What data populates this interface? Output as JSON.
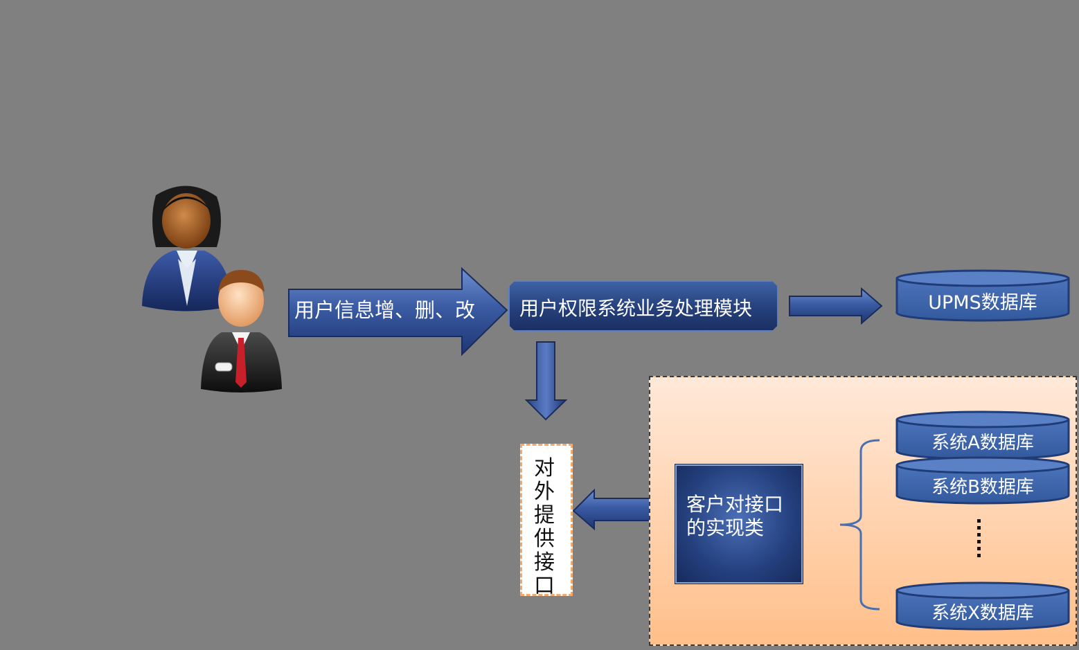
{
  "diagram": {
    "actions": {
      "user_edit": "用户信息增、删、改"
    },
    "module": {
      "label": "用户权限系统业务处理模块"
    },
    "databases": {
      "upms": "UPMS数据库",
      "system_a": "系统A数据库",
      "system_b": "系统B数据库",
      "system_x": "系统X数据库"
    },
    "interface": {
      "label": "对外提供接口"
    },
    "implementation": {
      "label": "客户对接口的实现类"
    },
    "icons": [
      "female-user-icon",
      "male-user-icon",
      "ellipsis-icon"
    ],
    "colors": {
      "background": "#808080",
      "arrow_blue": "#3a5ba3",
      "db_blue": "#3f67ad",
      "panel_peach": "#ffd2ad",
      "dash_orange": "#f3a96b"
    }
  }
}
